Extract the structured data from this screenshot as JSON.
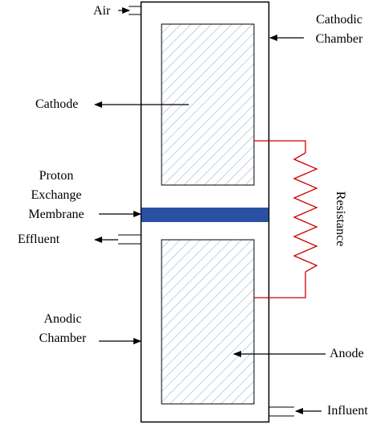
{
  "diagram": {
    "labels": {
      "air": "Air",
      "cathodic_chamber": [
        "Cathodic",
        "Chamber"
      ],
      "cathode": "Cathode",
      "pem": [
        "Proton",
        "Exchange",
        "Membrane"
      ],
      "effluent": "Effluent",
      "anodic_chamber": [
        "Anodic",
        "Chamber"
      ],
      "anode": "Anode",
      "resistance": "Resistance",
      "influent": "Influent"
    },
    "colors": {
      "outline": "#000000",
      "membrane": "#2B4FA3",
      "electrode_hatch": "#A9BFD3",
      "resistor_wire": "#CC0000"
    },
    "icons": [
      "arrow-icon",
      "resistor-icon"
    ]
  }
}
